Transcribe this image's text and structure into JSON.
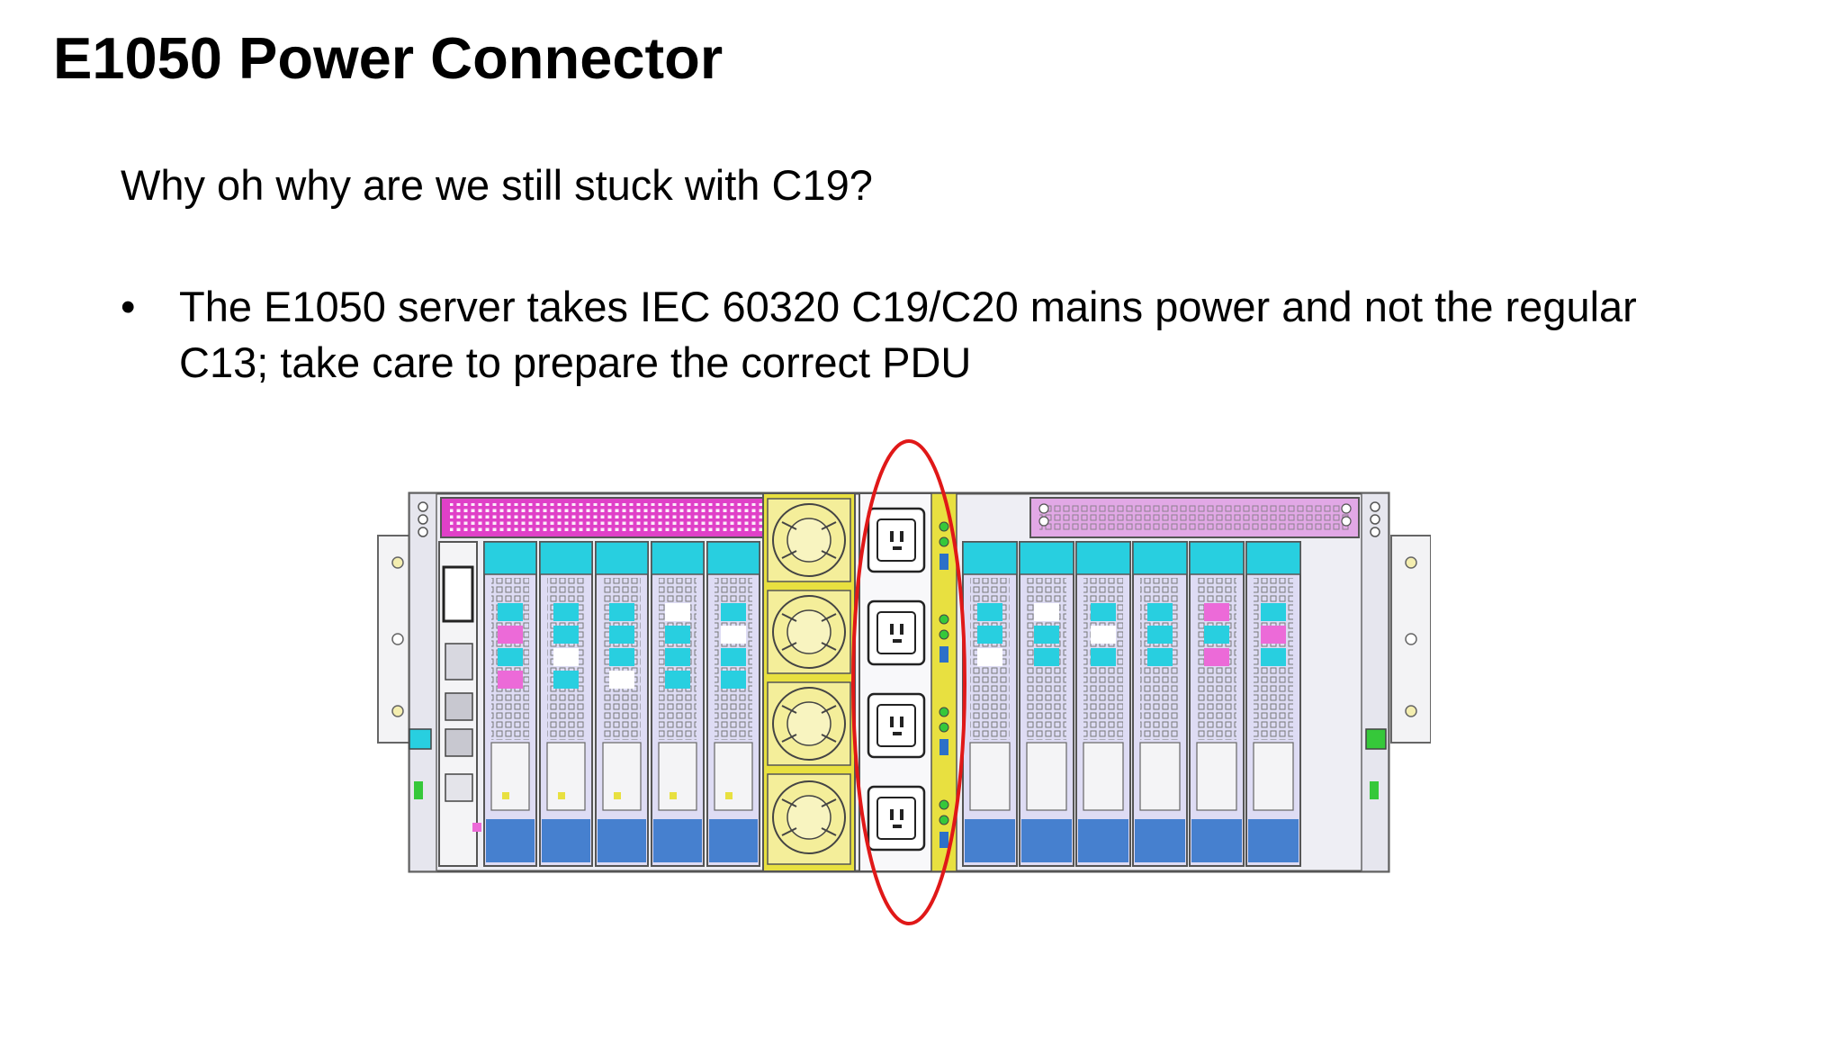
{
  "slide": {
    "title": "E1050 Power Connector",
    "subtitle": "Why oh why are we still stuck with C19?",
    "bullets": [
      {
        "marker": "•",
        "text": "The E1050 server takes IEC 60320 C19/C20 mains power and not the regular C13; take care to prepare the correct PDU"
      }
    ]
  },
  "figure": {
    "colors": {
      "chassis": "#eeeef4",
      "pci_top_left": "#e040c8",
      "pci_top_right": "#e2a8e6",
      "sled_face": "#dedcf4",
      "accent_cyan": "#28cfe0",
      "accent_pink": "#ec6ad8",
      "fan_yellow": "#f4ee9a",
      "psu_yellow": "#e8e040",
      "latch_blue": "#2c70c8",
      "led_green": "#36c83a",
      "highlight_red": "#e01818"
    }
  }
}
